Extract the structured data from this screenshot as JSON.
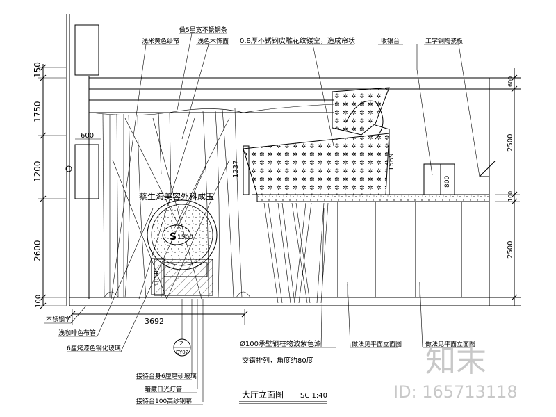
{
  "title": {
    "main": "大厅立面图",
    "scale": "SC 1:40"
  },
  "watermark": {
    "brand": "知末",
    "id_text": "ID: 165713118"
  },
  "dimensions": {
    "left_150": "150",
    "left_1750": "1750",
    "left_1200": "1200",
    "left_2600": "2600",
    "left_100": "100",
    "width_600": "600",
    "width_3692": "3692",
    "right_600": "600",
    "right_2500_top": "2500",
    "right_100": "100",
    "right_2500_bottom": "2500",
    "inner_1237": "1237",
    "inner_1569": "1569",
    "inner_800": "800",
    "inner_1500": "1500",
    "inner_1050": "1050"
  },
  "annotations": {
    "curtain_outer": "浅米黄色纱帘",
    "trim_steel": "做5星宽不锈钢条",
    "curtain_inner": "浅色木饰面",
    "ceiling_note": "0.8厚不锈钢皮雕花纹镂空，造成帘状",
    "counter": "收银台",
    "craft_panel": "工字钢陶瓷板",
    "wall_sign": "蔡生海美容外科成玉",
    "steel_bar": "不锈钢字",
    "wall_cloth": "浅咖啡色布管",
    "glass_tile": "6厘烤漆色钢化玻璃",
    "logo_tag": "2",
    "logo_sub": "DY02",
    "counter_glass": "接待台身6厘磨砂玻璃",
    "hidden_light": "暗藏日光灯管",
    "counter_top": "接待台100高纱钢幕",
    "pipes": "Ø100承壁钢柱物波紫色漆",
    "pipes_sub": "交错排列，角度约80度",
    "note_a": "做法见平面立面图",
    "note_b": "做法见平面立面图"
  }
}
